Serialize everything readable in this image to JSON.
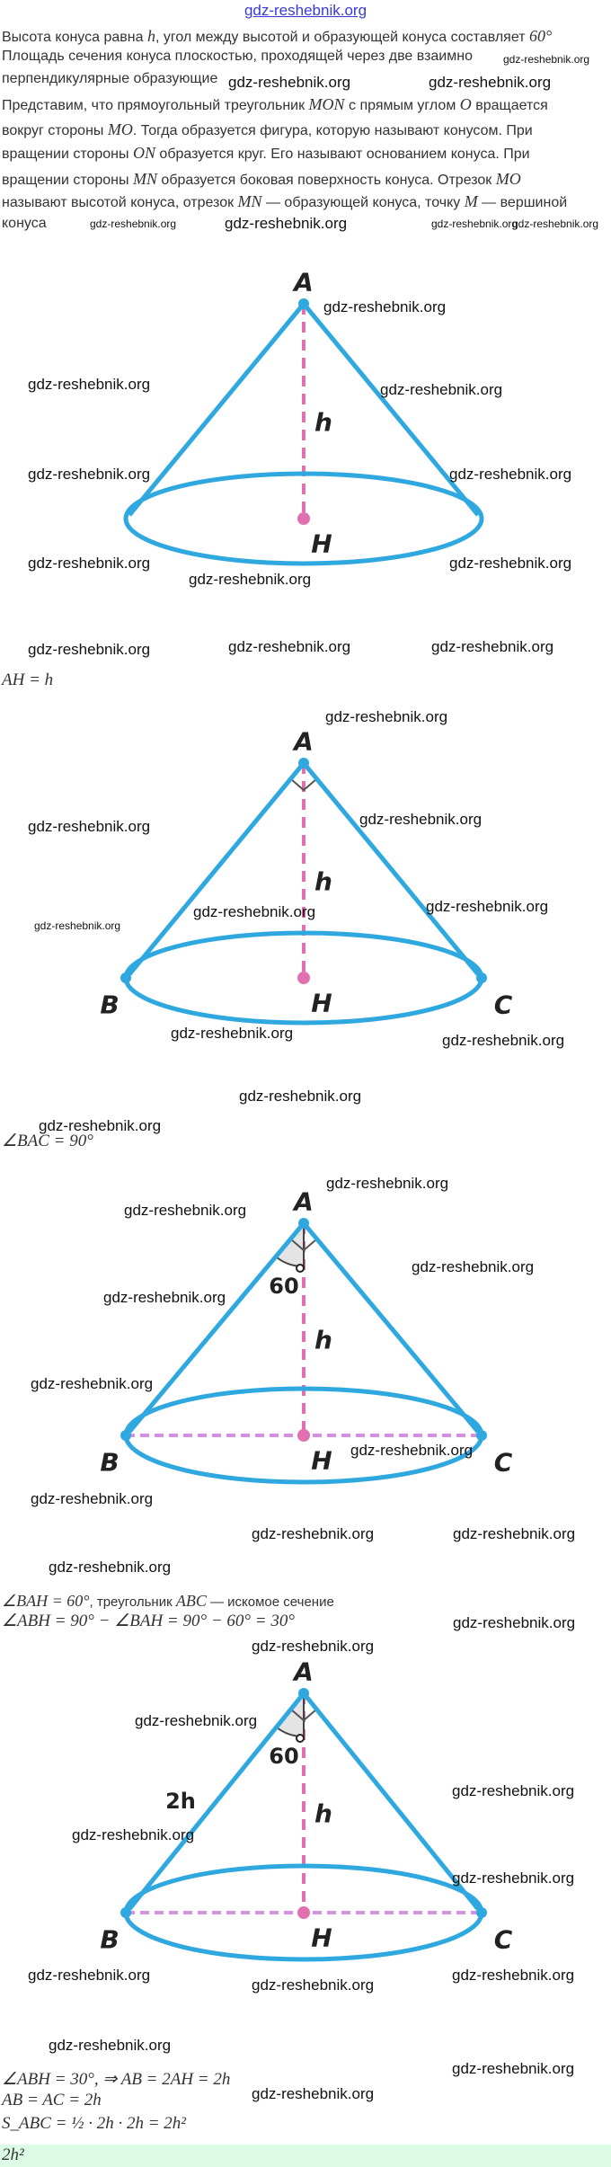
{
  "site_link": "gdz-reshebnik.org",
  "watermark": "gdz-reshebnik.org",
  "problem": {
    "line1_a": "Высота конуса равна ",
    "line1_m": "h",
    "line1_b": ", угол между высотой и образующей конуса составляет ",
    "line1_m2": "60°",
    "line2": "Площадь сечения конуса плоскостью, проходящей через две взаимно",
    "line3": "перпендикулярные образующие"
  },
  "theory": {
    "l1_a": "Представим, что прямоугольный треугольник ",
    "l1_m": "MON",
    "l1_b": " с прямым углом ",
    "l1_m2": "O",
    "l1_c": " вращается",
    "l2_a": "вокруг стороны ",
    "l2_m": "MO",
    "l2_b": ". Тогда образуется фигура, которую называют конусом. При",
    "l3_a": "вращении стороны ",
    "l3_m": "ON",
    "l3_b": " образуется круг. Его называют основанием конуса. При",
    "l4_a": "вращении стороны ",
    "l4_m": "MN",
    "l4_b": " образуется боковая поверхность конуса. Отрезок ",
    "l4_m2": "MO",
    "l5_a": "называют высотой конуса, отрезок ",
    "l5_m": "MN",
    "l5_b": " — образующей конуса, точку ",
    "l5_m2": "M",
    "l5_c": " — вершиной",
    "l6": "конуса"
  },
  "labels": {
    "A": "A",
    "B": "B",
    "C": "C",
    "H": "H",
    "h": "h",
    "angle": "60",
    "side": "2h"
  },
  "steps": {
    "s1": "AH = h",
    "s2": "∠BAC = 90°",
    "s3_m": "∠BAH = 60°",
    "s3_t": ", треугольник ",
    "s3_m2": "ABC",
    "s3_t2": " — искомое сечение",
    "s4": "∠ABH = 90° − ∠BAH = 90° − 60° = 30°",
    "s5": "∠ABH = 30°, ⇒ AB = 2AH = 2h",
    "s6": "AB = AC = 2h",
    "s7": "S_ABC = ½ · 2h · 2h = 2h²",
    "answer": "2h²"
  },
  "colors": {
    "cone": "#2fa8e0",
    "height": "#e070b0",
    "base_diameter": "#d690e0",
    "angle_fill": "#e4e4e4"
  }
}
